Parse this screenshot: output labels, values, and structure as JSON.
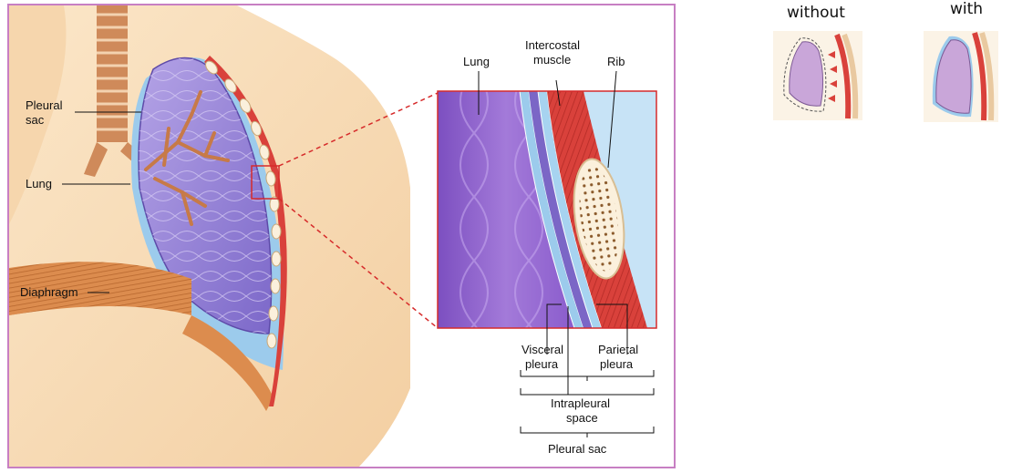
{
  "figure": {
    "labels": {
      "pleural_sac_left": [
        "Pleural",
        "sac"
      ],
      "lung_left": "Lung",
      "diaphragm": "Diaphragm",
      "lung_zoom": "Lung",
      "intercostal_muscle": [
        "Intercostal",
        "muscle"
      ],
      "rib": "Rib",
      "visceral_pleura": [
        "Visceral",
        "pleura"
      ],
      "parietal_pleura": [
        "Parietal",
        "pleura"
      ],
      "intrapleural_space": [
        "Intrapleural",
        "space"
      ],
      "pleural_sac_bottom": "Pleural sac"
    }
  },
  "thumbnails": {
    "without": {
      "title": "without"
    },
    "with": {
      "title": "with"
    }
  },
  "colors": {
    "frame_border": "#c77fc3",
    "skin": "#f8dcb5",
    "lung": "#9b83d6",
    "pleura_blue": "#8fc3e8",
    "muscle_red": "#d9413b",
    "diaphragm_orange": "#d98a4a",
    "callout_red": "#d62b2b"
  }
}
